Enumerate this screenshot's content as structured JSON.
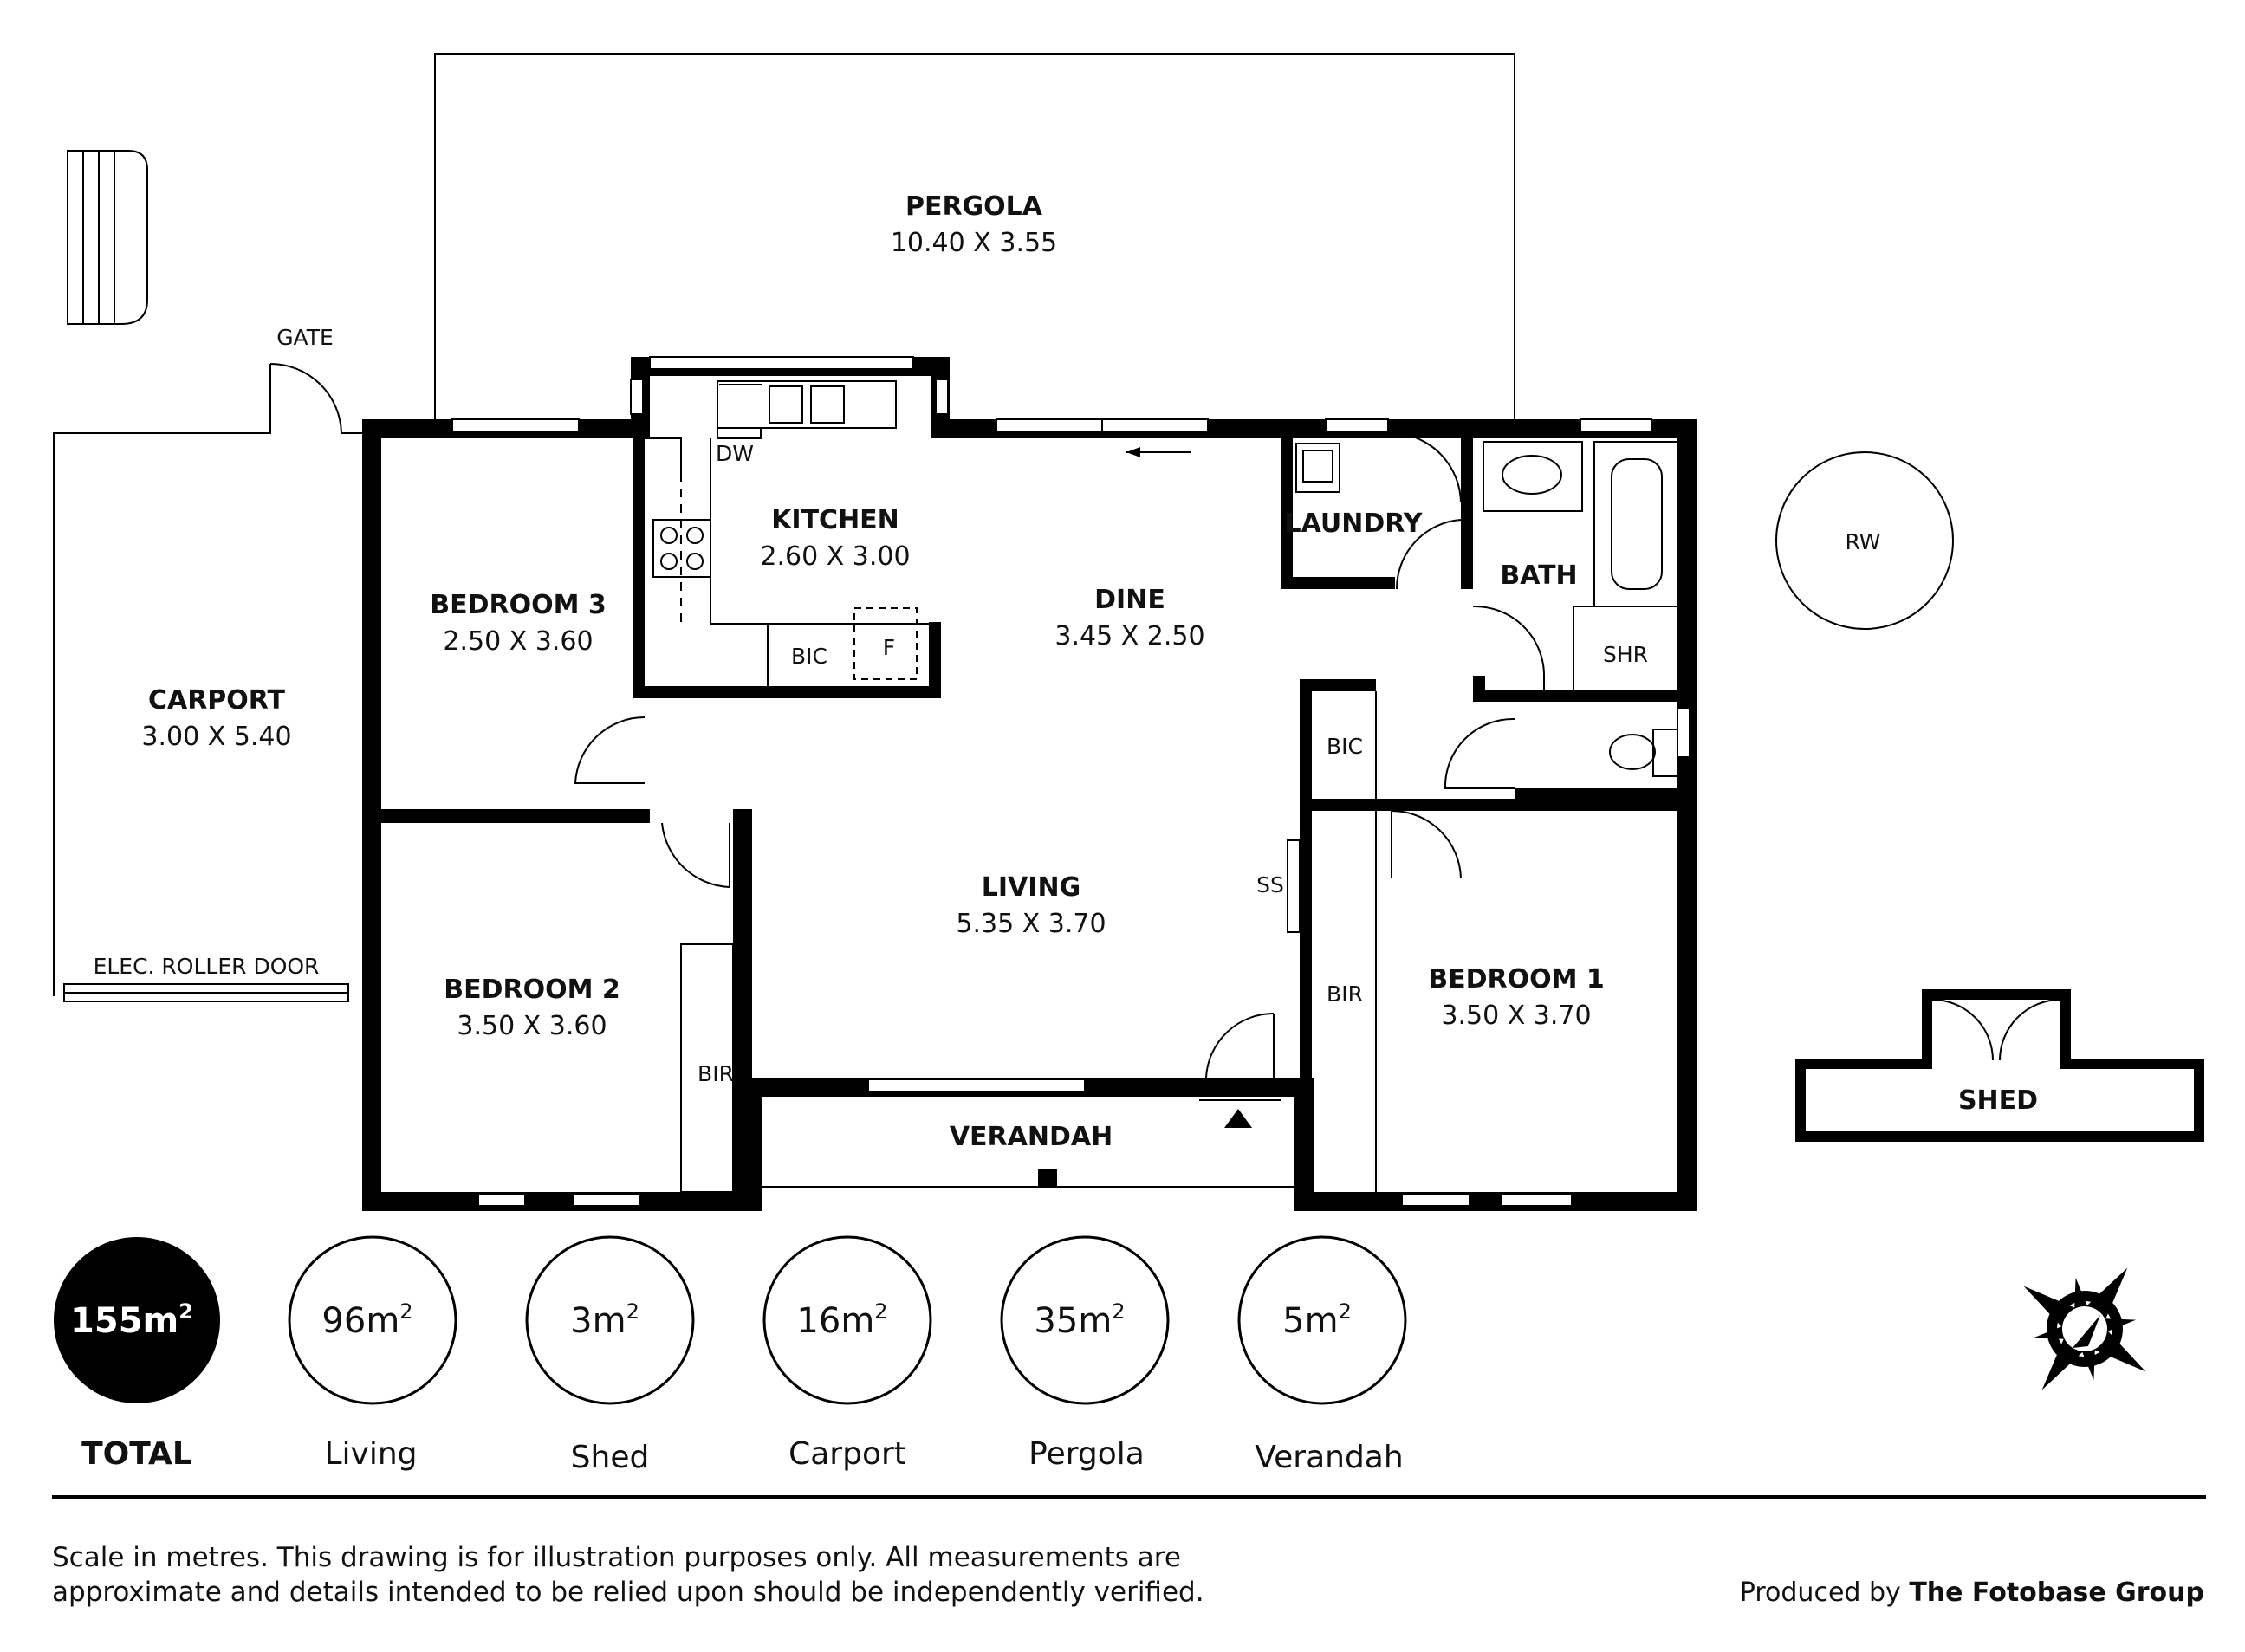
{
  "rooms": {
    "pergola": {
      "name": "PERGOLA",
      "dims": "10.40 X 3.55"
    },
    "carport": {
      "name": "CARPORT",
      "dims": "3.00 X 5.40"
    },
    "bedroom3": {
      "name": "BEDROOM 3",
      "dims": "2.50 X 3.60"
    },
    "kitchen": {
      "name": "KITCHEN",
      "dims": "2.60 X 3.00"
    },
    "dine": {
      "name": "DINE",
      "dims": "3.45 X 2.50"
    },
    "laundry": {
      "name": "LAUNDRY"
    },
    "bath": {
      "name": "BATH"
    },
    "living": {
      "name": "LIVING",
      "dims": "5.35 X 3.70"
    },
    "bedroom2": {
      "name": "BEDROOM 2",
      "dims": "3.50 X 3.60"
    },
    "bedroom1": {
      "name": "BEDROOM 1",
      "dims": "3.50 X 3.70"
    },
    "verandah": {
      "name": "VERANDAH"
    },
    "shed": {
      "name": "SHED"
    }
  },
  "labels": {
    "gate": "GATE",
    "roller_door": "ELEC. ROLLER DOOR",
    "dw": "DW",
    "bic_kitchen": "BIC",
    "fridge": "F",
    "bic_hall": "BIC",
    "shr": "SHR",
    "ss": "SS",
    "bir_bed1": "BIR",
    "bir_bed2": "BIR",
    "rw": "RW"
  },
  "areas": {
    "total": {
      "value": "155m",
      "sup": "2",
      "label": "TOTAL"
    },
    "living": {
      "value": "96m",
      "sup": "2",
      "label": "Living"
    },
    "shed": {
      "value": "3m",
      "sup": "2",
      "label": "Shed"
    },
    "carport": {
      "value": "16m",
      "sup": "2",
      "label": "Carport"
    },
    "pergola": {
      "value": "35m",
      "sup": "2",
      "label": "Pergola"
    },
    "verandah": {
      "value": "5m",
      "sup": "2",
      "label": "Verandah"
    }
  },
  "footer": {
    "disclaimer_line1": "Scale in metres. This drawing is for illustration purposes only. All measurements are",
    "disclaimer_line2": "approximate and details intended to be relied upon should be independently verified.",
    "credit_prefix": "Produced by ",
    "credit_brand": "The Fotobase Group"
  },
  "icons": {
    "compass": "north-compass-icon"
  }
}
